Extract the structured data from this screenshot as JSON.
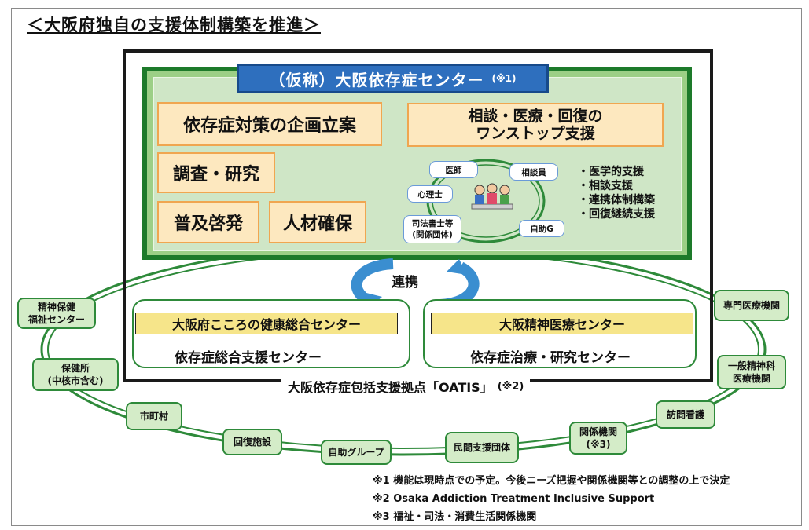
{
  "heading": "＜大阪府独自の支援体制構築を推進＞",
  "center": {
    "title": "（仮称）大阪依存症センター",
    "title_note": "(※1)",
    "functions": {
      "planning": "依存症対策の企画立案",
      "research": "調査・研究",
      "awareness": "普及啓発",
      "hr": "人材確保",
      "onestop_line1": "相談・医療・回復の",
      "onestop_line2": "ワンストップ支援"
    },
    "roles": {
      "doctor": "医師",
      "counselor": "相談員",
      "psychologist": "心理士",
      "scrivener_line1": "司法書士等",
      "scrivener_line2": "(関係団体)",
      "selfhelp": "自助G"
    },
    "support_list": [
      "・医学的支援",
      "・相談支援",
      "・連携体制構築",
      "・回復継続支援"
    ]
  },
  "cooperation_label": "連携",
  "left_center": {
    "title": "大阪府こころの健康総合センター",
    "subtitle": "依存症総合支援センター"
  },
  "right_center": {
    "title": "大阪精神医療センター",
    "subtitle": "依存症治療・研究センター"
  },
  "oatis": {
    "label": "大阪依存症包括支援拠点「OATIS」",
    "note": "(※2)"
  },
  "network_nodes": {
    "mental_health_center": [
      "精神保健",
      "福祉センター"
    ],
    "health_center": [
      "保健所",
      "(中核市含む)"
    ],
    "municipality": [
      "市町村"
    ],
    "recovery": [
      "回復施設"
    ],
    "selfhelp_group": [
      "自助グループ"
    ],
    "private_support": [
      "民間支援団体"
    ],
    "related_orgs": [
      "関係機関",
      "(※3)"
    ],
    "home_nursing": [
      "訪問看護"
    ],
    "psychiatric": [
      "一般精神科",
      "医療機関"
    ],
    "specialized": [
      "専門医療機関"
    ]
  },
  "notes": [
    "※1 機能は現時点での予定。今後ニーズ把握や関係機関等との調整の上で決定",
    "※2 Osaka Addiction Treatment Inclusive Support",
    "※3 福祉・司法・消費生活関係機関"
  ],
  "colors": {
    "title_blue": "#2e6fbe",
    "network_green": "#2e8a3a",
    "function_box": "#fde8bf",
    "sub_title_yellow": "#f6e58a"
  }
}
